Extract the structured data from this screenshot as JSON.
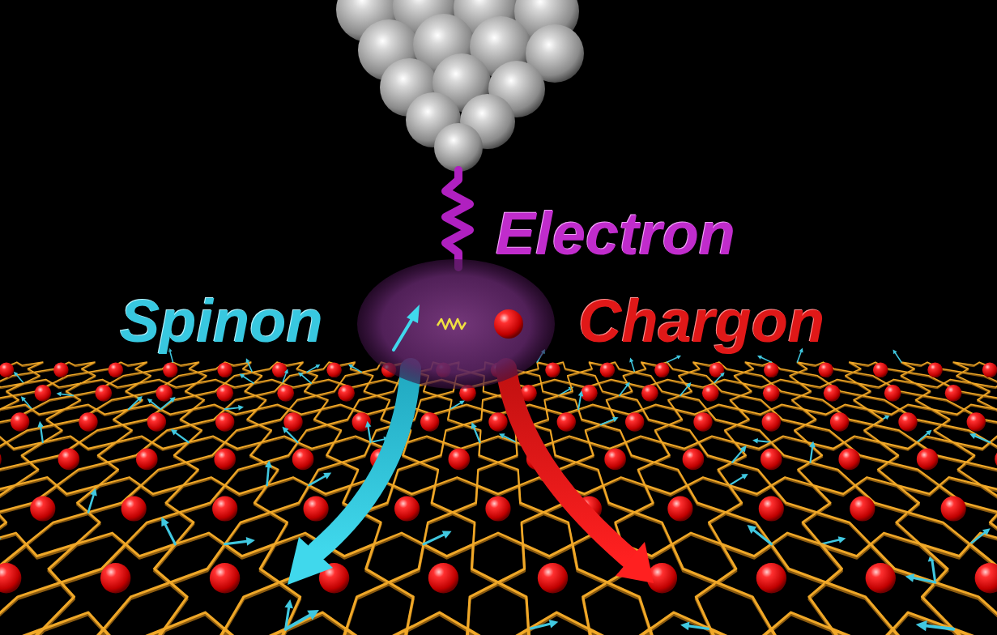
{
  "diagram": {
    "labels": [
      "Electron",
      "Spinon",
      "Chargon"
    ]
  }
}
